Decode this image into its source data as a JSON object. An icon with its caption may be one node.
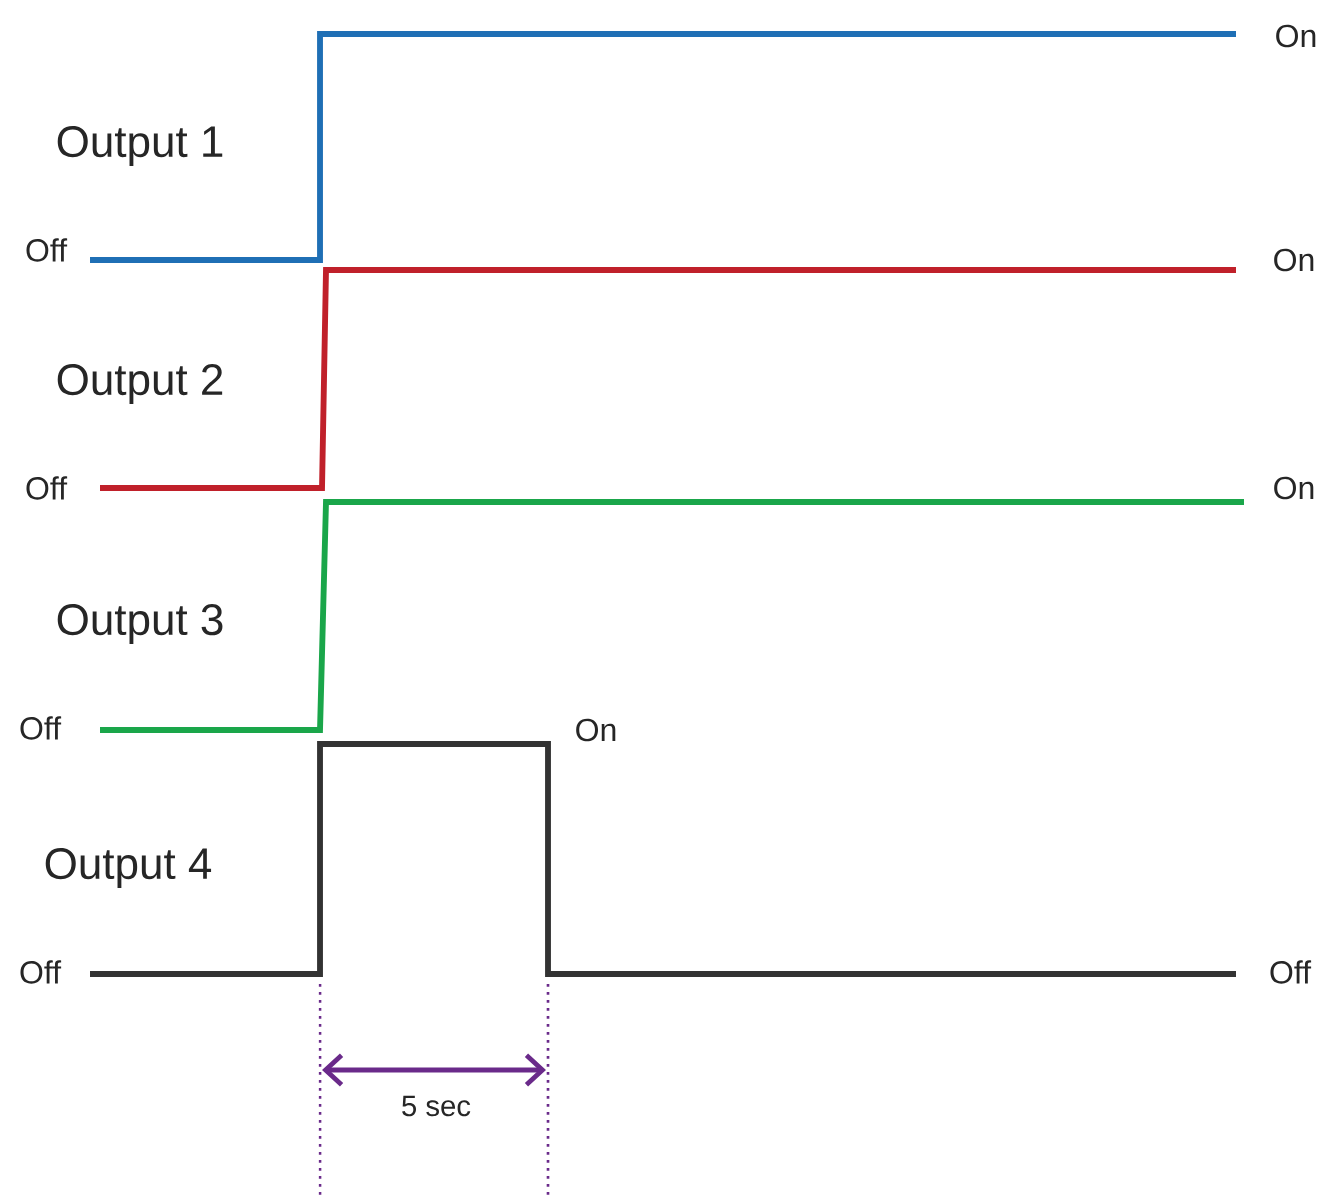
{
  "diagram": {
    "labels": [
      "On",
      "Output 1",
      "Off",
      "On",
      "Output 2",
      "Off",
      "On",
      "Output 3",
      "Off",
      "On",
      "Output 4",
      "Off",
      "Off",
      "5 sec"
    ]
  }
}
